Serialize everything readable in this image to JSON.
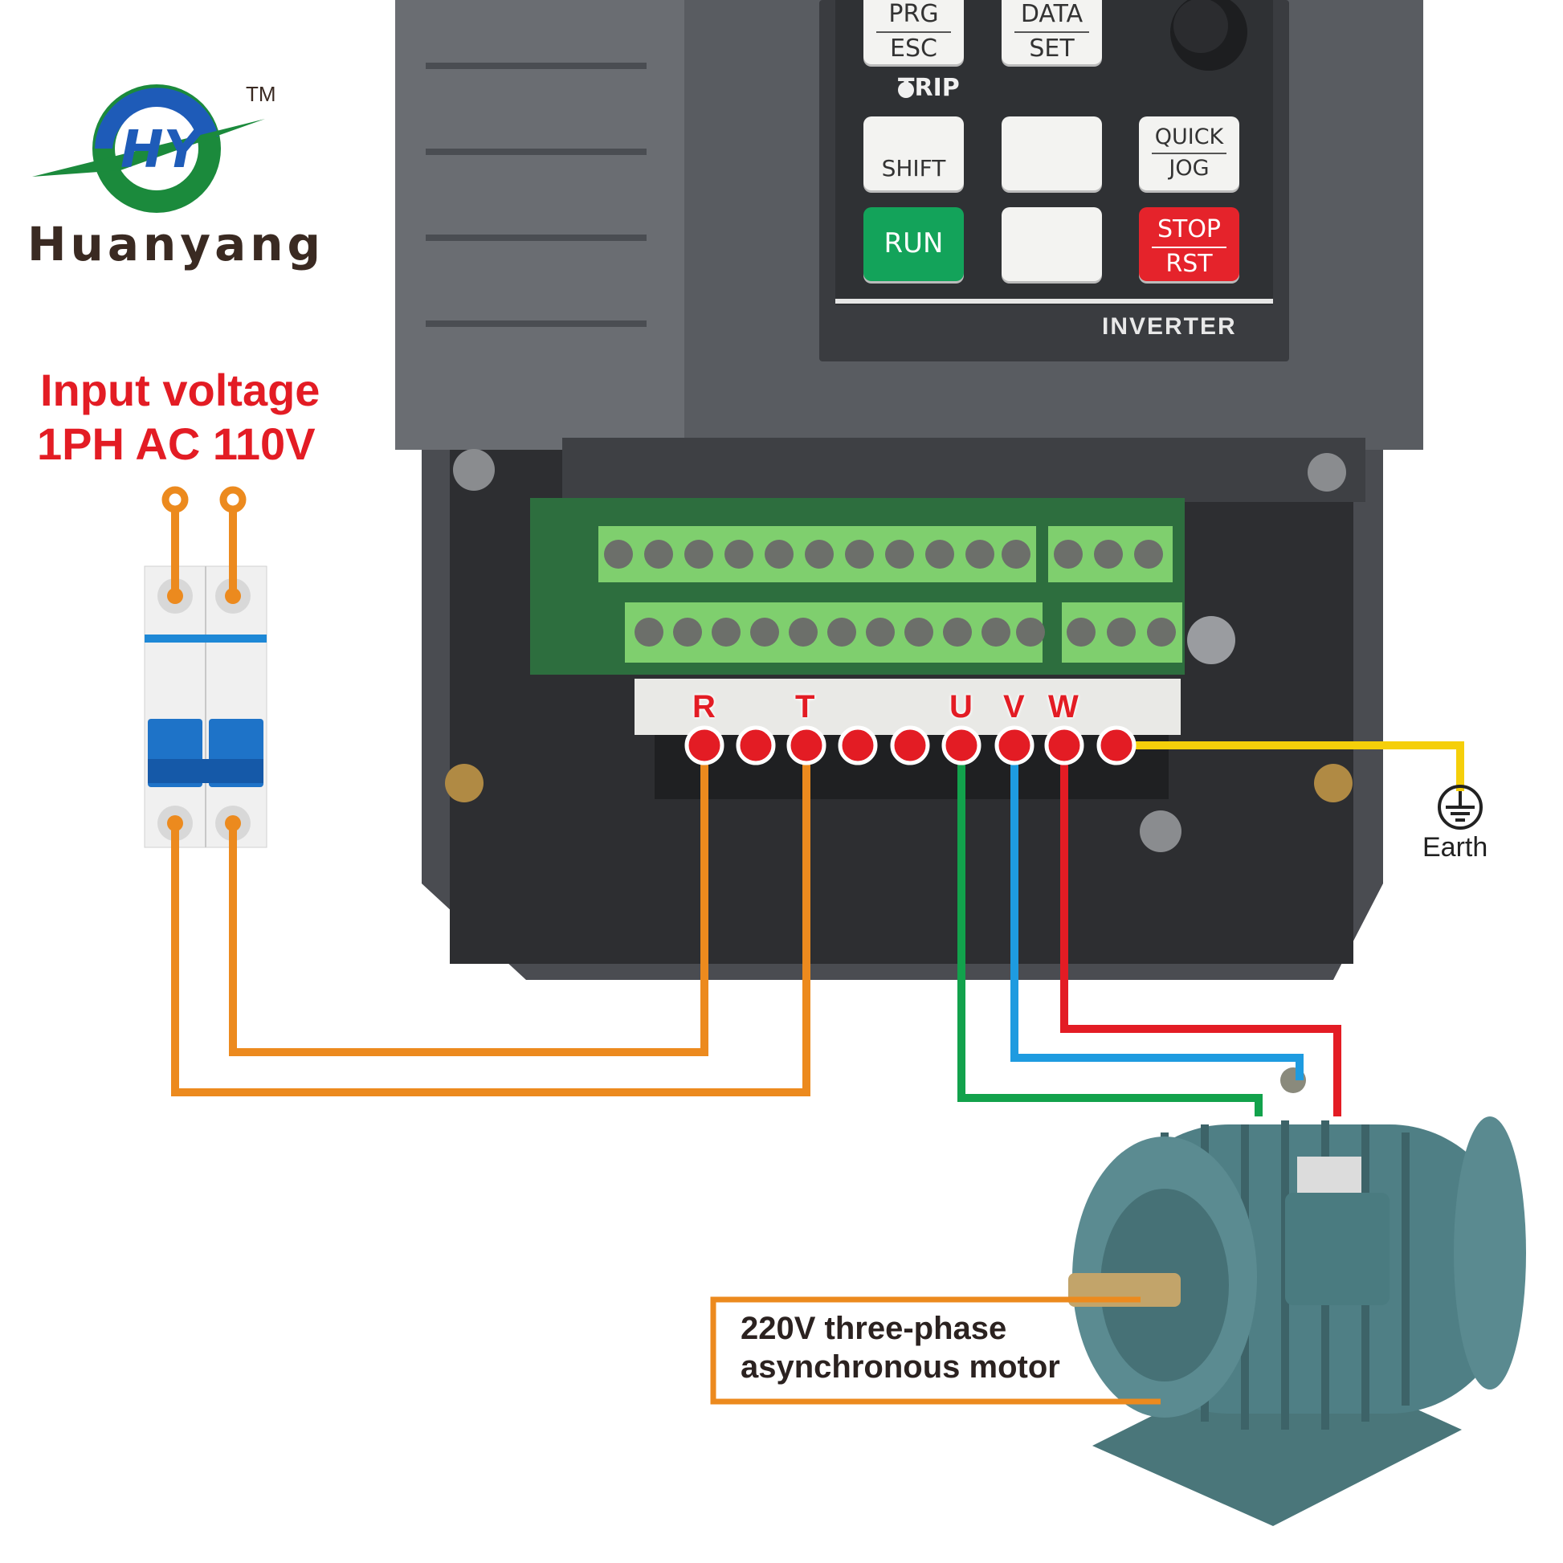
{
  "logo": {
    "brand": "Huanyang",
    "trademark": "TM"
  },
  "input": {
    "line1": "Input voltage",
    "line2": "1PH AC 110V"
  },
  "keypad": {
    "prg": "PRG",
    "esc": "ESC",
    "data": "DATA",
    "set": "SET",
    "trip": "TRIP",
    "shift": "SHIFT",
    "quick": "QUICK",
    "jog": "JOG",
    "run": "RUN",
    "stop": "STOP",
    "rst": "RST",
    "inverter": "INVERTER"
  },
  "terminals": {
    "r": "R",
    "t": "T",
    "u": "U",
    "v": "V",
    "w": "W"
  },
  "earth": "Earth",
  "motor": {
    "line1": "220V three-phase",
    "line2": "asynchronous motor"
  },
  "colors": {
    "wire_input": "#ec8a1e",
    "wire_u": "#12a24c",
    "wire_v": "#1e9be0",
    "wire_w": "#e31c24",
    "wire_earth": "#f5cf0a",
    "terminal": "#e31c24",
    "housing": "#55585d",
    "motor": "#4a7a80"
  }
}
